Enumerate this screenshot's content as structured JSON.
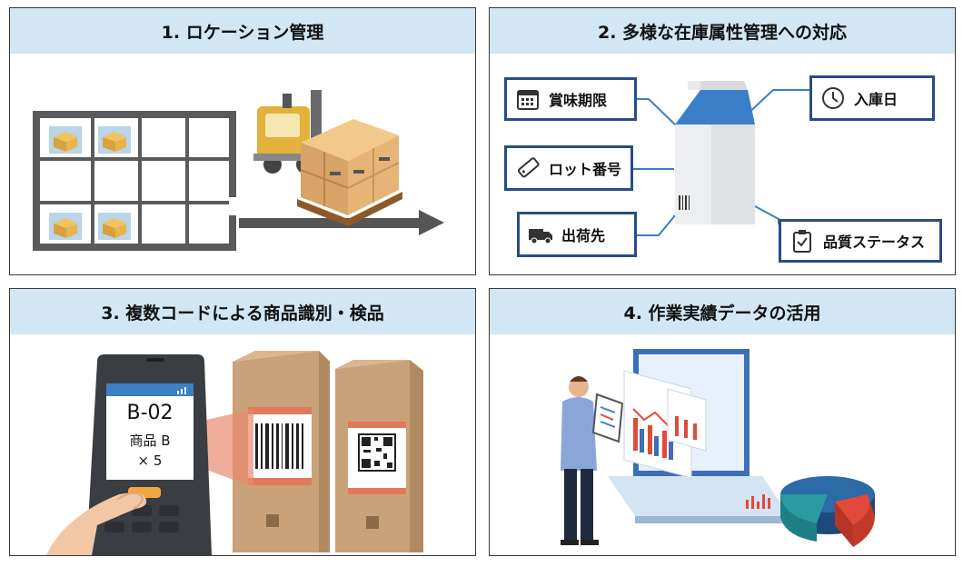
{
  "panels": [
    {
      "title": "1. ロケーション管理"
    },
    {
      "title": "2. 多様な在庫属性管理への対応"
    },
    {
      "title": "3. 複数コードによる商品識別・検品"
    },
    {
      "title": "4. 作業実績データの活用"
    }
  ],
  "attributes": {
    "best_before": "賞味期限",
    "received_date": "入庫日",
    "lot_number": "ロット番号",
    "destination": "出荷先",
    "quality_status": "品質ステータス"
  },
  "scanner": {
    "code": "B-02",
    "product": "商品 B",
    "quantity": "× 5"
  },
  "colors": {
    "header_bg": "#d3e6f3",
    "tag_border": "#2a4c86",
    "carton": "#c9a27a",
    "accent_blue": "#3b7fc4"
  }
}
